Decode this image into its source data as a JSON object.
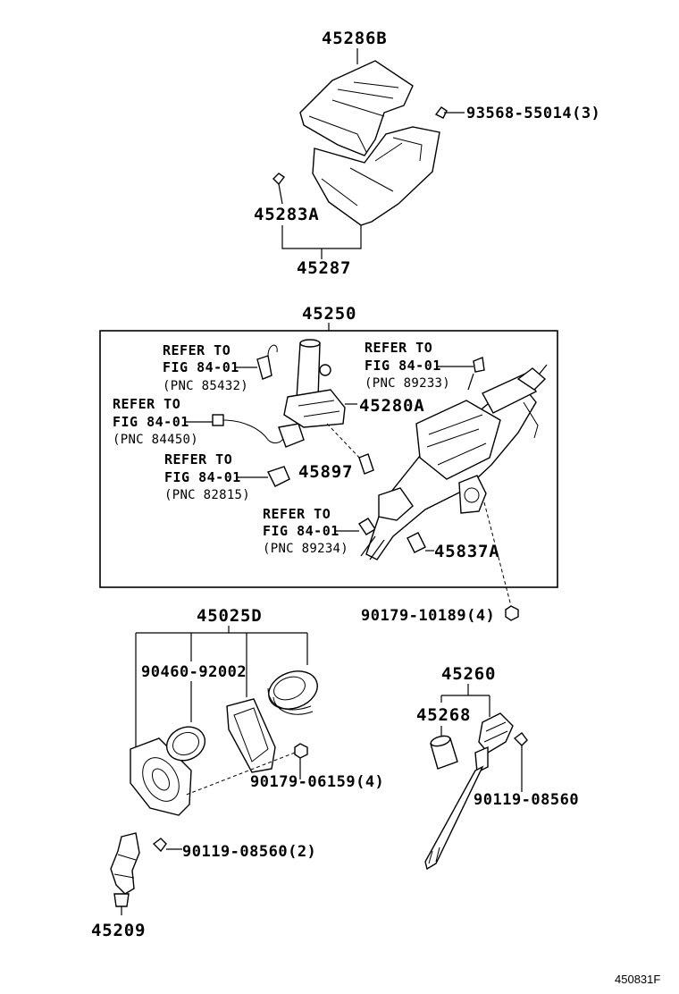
{
  "figure_id": "450831F",
  "labels": {
    "p45286B": "45286B",
    "p93568": "93568-55014(3)",
    "p45283A": "45283A",
    "p45287": "45287",
    "p45250": "45250",
    "p45280A": "45280A",
    "p45897": "45897",
    "p45837A": "45837A",
    "p90179_10189": "90179-10189(4)",
    "p45025D": "45025D",
    "p90460": "90460-92002",
    "p90179_06159": "90179-06159(4)",
    "p90119_2": "90119-08560(2)",
    "p45209": "45209",
    "p45260": "45260",
    "p45268": "45268",
    "p90119": "90119-08560"
  },
  "references": [
    {
      "refer": "REFER TO",
      "fig": "FIG 84-01",
      "pnc": "(PNC 85432)"
    },
    {
      "refer": "REFER TO",
      "fig": "FIG 84-01",
      "pnc": "(PNC 84450)"
    },
    {
      "refer": "REFER TO",
      "fig": "FIG 84-01",
      "pnc": "(PNC 82815)"
    },
    {
      "refer": "REFER TO",
      "fig": "FIG 84-01",
      "pnc": "(PNC 89233)"
    },
    {
      "refer": "REFER TO",
      "fig": "FIG 84-01",
      "pnc": "(PNC 89234)"
    }
  ]
}
